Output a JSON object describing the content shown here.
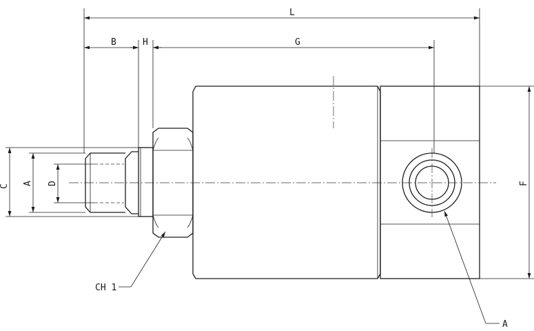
{
  "dimensions": {
    "L": "L",
    "B": "B",
    "H": "H",
    "G": "G",
    "C": "C",
    "A": "A",
    "D": "D",
    "F": "F"
  },
  "callouts": {
    "hex_label": "CH 1",
    "port_label": "A"
  }
}
